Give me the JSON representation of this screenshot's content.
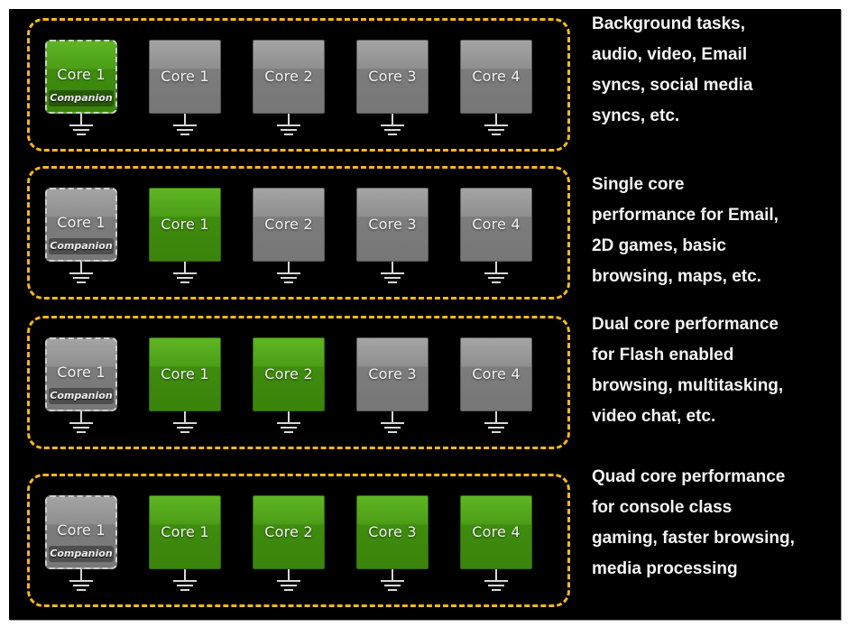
{
  "diagram": {
    "title": "CPU core activation modes",
    "colors": {
      "background": "#000000",
      "box_border": "#f5b81c",
      "active_core": "#4c9e17",
      "inactive_core": "#8f8f8f",
      "text": "#f4f4f4"
    },
    "rows": [
      {
        "cores": [
          {
            "label": "Core 1",
            "tag": "Companion",
            "active": true,
            "companion": true
          },
          {
            "label": "Core 1",
            "active": false
          },
          {
            "label": "Core 2",
            "active": false
          },
          {
            "label": "Core 3",
            "active": false
          },
          {
            "label": "Core 4",
            "active": false
          }
        ],
        "description": " Background tasks,\naudio, video, Email\nsyncs, social media\nsyncs, etc."
      },
      {
        "cores": [
          {
            "label": "Core 1",
            "tag": "Companion",
            "active": false,
            "companion": true
          },
          {
            "label": "Core 1",
            "active": true
          },
          {
            "label": "Core 2",
            "active": false
          },
          {
            "label": "Core 3",
            "active": false
          },
          {
            "label": "Core 4",
            "active": false
          }
        ],
        "description": " Single core\nperformance for Email,\n2D games, basic\nbrowsing, maps, etc."
      },
      {
        "cores": [
          {
            "label": "Core 1",
            "tag": "Companion",
            "active": false,
            "companion": true
          },
          {
            "label": "Core 1",
            "active": true
          },
          {
            "label": "Core 2",
            "active": true
          },
          {
            "label": "Core 3",
            "active": false
          },
          {
            "label": "Core 4",
            "active": false
          }
        ],
        "description": "Dual core performance\nfor Flash enabled\nbrowsing, multitasking,\nvideo chat, etc."
      },
      {
        "cores": [
          {
            "label": "Core 1",
            "tag": "Companion",
            "active": false,
            "companion": true
          },
          {
            "label": "Core 1",
            "active": true
          },
          {
            "label": "Core 2",
            "active": true
          },
          {
            "label": "Core 3",
            "active": true
          },
          {
            "label": "Core 4",
            "active": true
          }
        ],
        "description": "Quad core performance\nfor console class\ngaming, faster browsing,\nmedia processing"
      }
    ],
    "icons": {
      "ground": "ground-symbol-icon"
    }
  }
}
